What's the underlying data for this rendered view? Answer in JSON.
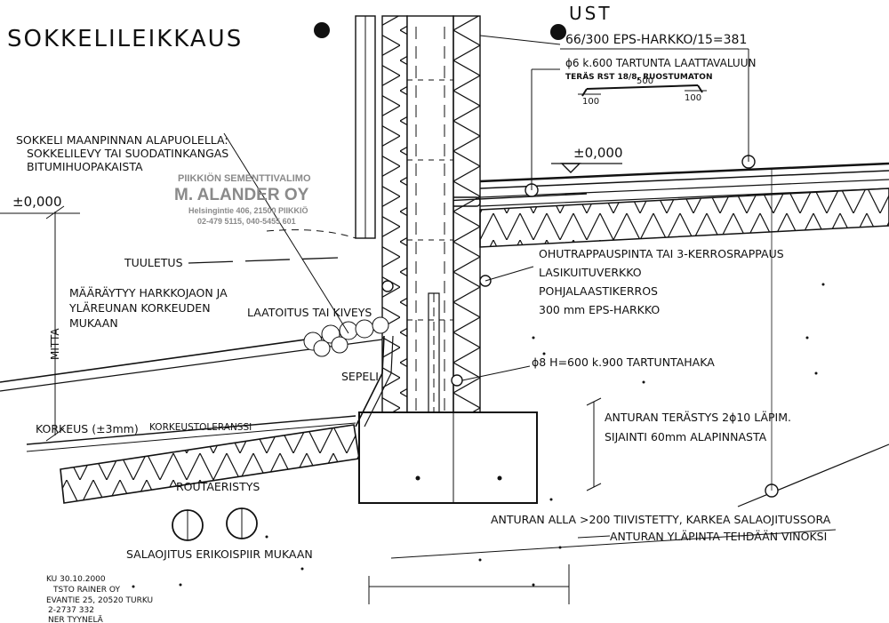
{
  "title": "SOKKELILEIKKAUS",
  "top_label": "UST",
  "block_spec": "66/300 EPS-HARKKO/15=381",
  "slab_rebar": {
    "line1": "ϕ6 k.600 TARTUNTA LAATTAVALUUN",
    "line2": "TERÄS RST 18/8, RUOSTUMATON",
    "dim_long": "500",
    "dim_short_left": "100",
    "dim_short_right": "100"
  },
  "level_floor": "±0,000",
  "level_left": "±0,000",
  "plinth_note": [
    "SOKKELI MAANPINNAN ALAPUOLELLA:",
    "SOKKELILEVY TAI SUODATINKANGAS",
    "BITUMIHUOPAKAISTA"
  ],
  "stamp": {
    "line1": "PIIKKIÖN SEMENTTIVALIMO",
    "line2": "M. ALANDER OY",
    "line3": "Helsingintie 406, 21500 PIIKKIÖ",
    "line4": "02-479 5115, 040-5455 601"
  },
  "ventilation": "TUULETUS",
  "height_note": [
    "MÄÄRÄYTYY HARKKOJAON JA",
    "YLÄREUNAN KORKEUDEN",
    "MUKAAN"
  ],
  "dim_vertical": "MITTA",
  "paving": "LAATOITUS TAI KIVEYS",
  "gravel": "SEPELI",
  "tolerance": {
    "main": "KORKEUS (±3mm)",
    "sub": "KORKEUSTOLERANSSI"
  },
  "frost_insulation": "ROUTAERISTYS",
  "drainage": "SALAOJITUS ERIKOISPIIR MUKAAN",
  "wall_layers": [
    "OHUTRAPPAUSPINTA TAI 3-KERROSRAPPAUS",
    "LASIKUITUVERKKO",
    "POHJALAASTIKERROS",
    "300 mm EPS-HARKKO"
  ],
  "anchor": "ϕ8 H=600 k.900 TARTUNTAHAKA",
  "footing_rebar": [
    "ANTURAN TERÄSTYS 2ϕ10 LÄPIM.",
    "SIJAINTI 60mm ALAPINNASTA"
  ],
  "under_footing": "ANTURAN ALLA >200 TIIVISTETTY, KARKEA SALAOJITUSSORA",
  "footing_top": "ANTURAN YLÄPINTA TEHDÄÄN VINOKSI",
  "title_block": [
    "KU 30.10.2000",
    "TSTO RAINER OY",
    "EVANTIE 25, 20520 TURKU",
    "2-2737 332",
    "NER TYYNELÄ"
  ]
}
